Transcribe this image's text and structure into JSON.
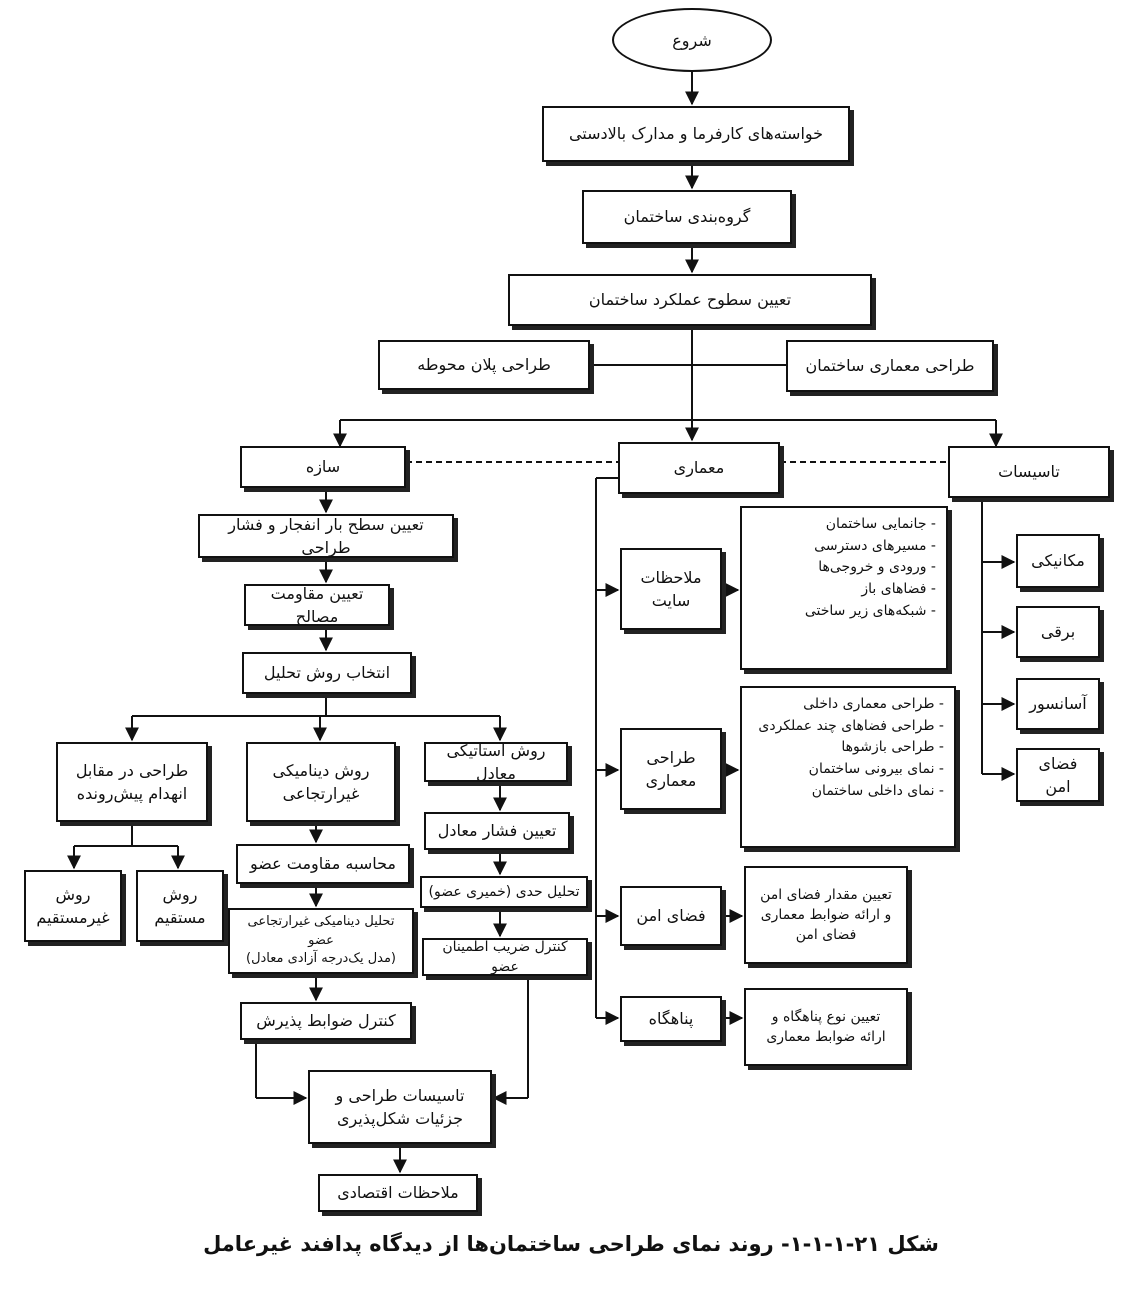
{
  "start": "شروع",
  "nodes": {
    "requests": "خواسته‌های کارفرما و مدارک بالادستی",
    "grouping": "گروه‌بندی ساختمان",
    "levels": "تعیین سطوح عملکرد ساختمان",
    "site_plan": "طراحی پلان محوطه",
    "arch_design": "طراحی معماری ساختمان",
    "structure": "سازه",
    "architecture": "معماری",
    "installations": "تاسیسات",
    "blast_level": "تعیین سطح بار انفجار و فشار طراحی",
    "material": "تعیین مقاومت مصالح",
    "analysis": "انتخاب روش تحلیل",
    "collapse": "طراحی در مقابل\nانهدام پیش‌رونده",
    "dynamic": "روش دینامیکی\nغیرارتجاعی",
    "static": "روش استاتیکی معادل",
    "indirect": "روش\nغیرمستقیم",
    "direct": "روش\nمستقیم",
    "member_strength": "محاسبه مقاومت عضو",
    "dyn_analysis": "تحلیل دینامیکی غیرارتجاعی عضو\n(مدل یک‌درجه آزادی معادل)",
    "eq_pressure": "تعیین فشار معادل",
    "limit_analysis": "تحلیل حدی (خمیری عضو)",
    "safety_factor": "کنترل ضریب اطمینان عضو",
    "acceptance": "کنترل ضوابط پذیرش",
    "details": "تاسیسات طراحی و\nجزئیات شکل‌پذیری",
    "economic": "ملاحظات اقتصادی",
    "site_notes": "ملاحظات\nسایت",
    "arch_sub": "طراحی\nمعماری",
    "safe_space": "فضای امن",
    "shelter": "پناهگاه",
    "mechanical": "مکانیکی",
    "electrical": "برقی",
    "elevator": "آسانسور",
    "safe_space2": "فضای امن"
  },
  "lists": {
    "site_items": [
      "جانمایی ساختمان",
      "مسیرهای دسترسی",
      "ورودی و خروجی‌ها",
      "فضاهای باز",
      "شبکه‌های زیر ساختی"
    ],
    "arch_items": [
      "طراحی معماری داخلی",
      "طراحی فضاهای چند عملکردی",
      "طراحی بازشوها",
      "نمای بیرونی ساختمان",
      "نمای داخلی ساختمان"
    ],
    "safe_text": "تعیین مقدار فضای امن\nو ارائه ضوابط معماری\nفضای امن",
    "shelter_text": "تعیین نوع پناهگاه و\nارائه ضوابط معماری"
  },
  "caption": "شکل ۲۱-۱-۱-۱- روند نمای طراحی ساختمان‌ها از دیدگاه پدافند غیرعامل"
}
